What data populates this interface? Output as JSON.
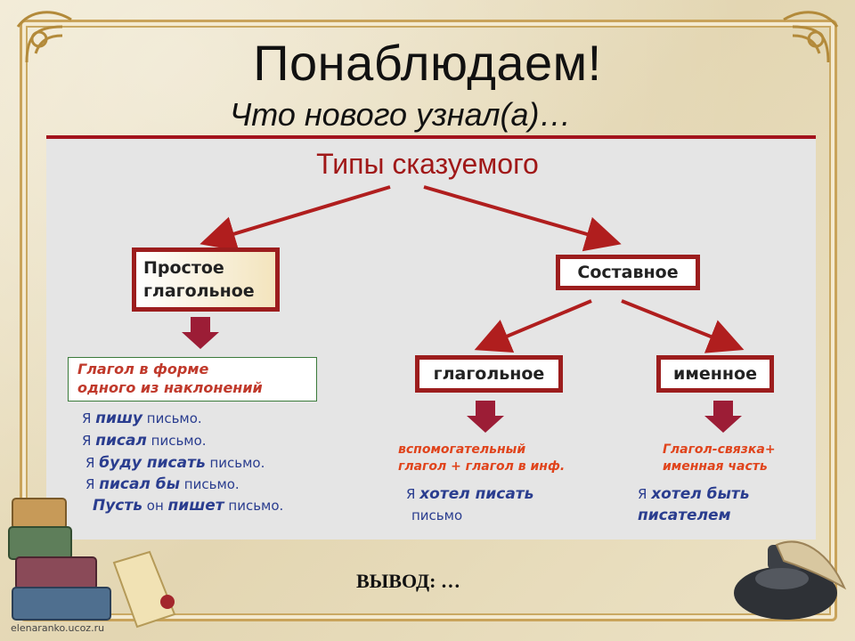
{
  "slide": {
    "title": "Понаблюдаем!",
    "subtitle": "Что нового узнал(а)…",
    "conclusion": "ВЫВОД: …",
    "watermark": "elenaranko.ucoz.ru"
  },
  "diagram": {
    "title": "Типы сказуемого",
    "simple": {
      "label_line1": "Простое",
      "label_line2": "глагольное",
      "definition_line1": "Глагол в форме",
      "definition_line2": "одного из наклонений",
      "examples": [
        {
          "pre": "Я ",
          "bold": "пишу",
          "post": " письмо."
        },
        {
          "pre": "Я ",
          "bold": "писал",
          "post": " письмо."
        },
        {
          "pre": "Я ",
          "bold": "буду писать",
          "post": " письмо."
        },
        {
          "pre": "Я ",
          "bold": "писал бы",
          "post": " письмо."
        },
        {
          "pre": "",
          "bold": "Пусть",
          "mid": " он ",
          "bold2": "пишет",
          "post": " письмо."
        }
      ]
    },
    "composite": {
      "label": "Составное",
      "verbal": {
        "label": "глагольное",
        "note_line1": "вспомогательный",
        "note_line2": "глагол + глагол в инф.",
        "example_pre": "Я ",
        "example_bold": "хотел писать",
        "example_line2": "письмо"
      },
      "nominal": {
        "label": "именное",
        "note_line1": "Глагол-связка+",
        "note_line2": "именная часть",
        "example_pre": "Я ",
        "example_bold": "хотел быть",
        "example_line2": "писателем"
      }
    }
  },
  "colors": {
    "accent_red": "#9c1d1d",
    "title_red": "#a01818",
    "example_blue": "#2a3d8f",
    "note_orange": "#e0441c"
  },
  "icons": [
    "ornament-corner-icon",
    "down-arrow-icon",
    "books-icon",
    "scroll-icon",
    "inkwell-icon",
    "quill-icon"
  ]
}
